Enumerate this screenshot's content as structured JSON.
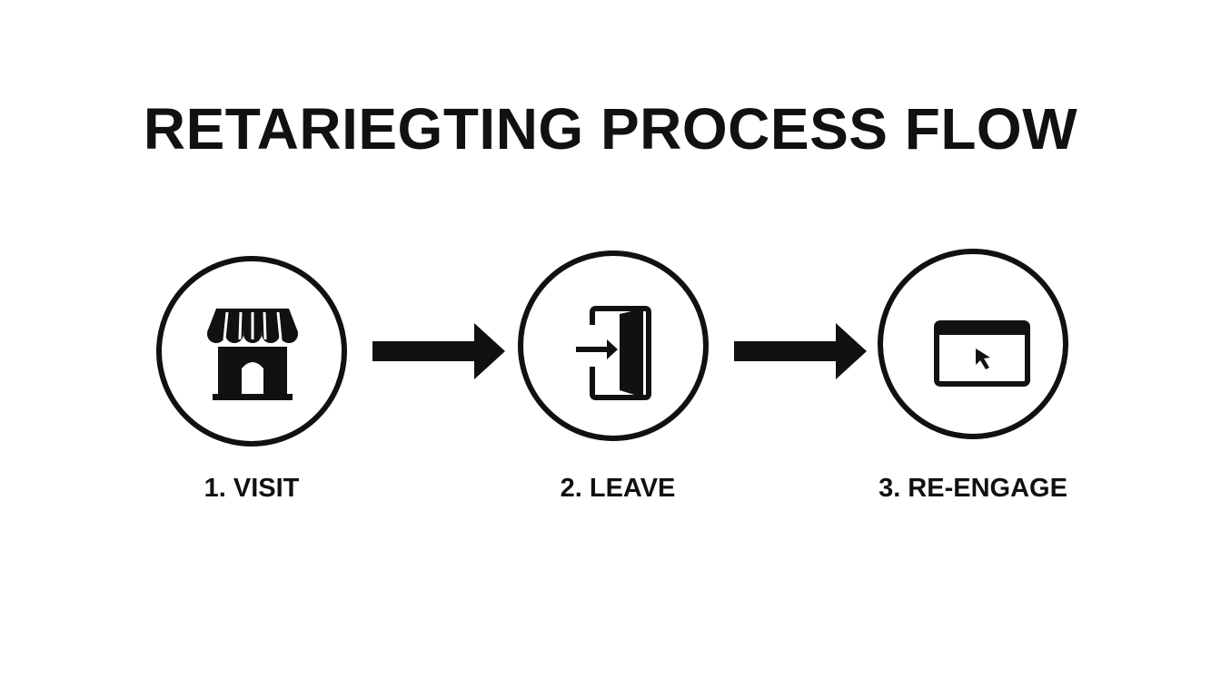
{
  "title": "RETARIEGTING PROCESS FLOW",
  "steps": [
    {
      "label": "1. VISIT",
      "icon": "storefront-icon"
    },
    {
      "label": "2. LEAVE",
      "icon": "exit-door-icon"
    },
    {
      "label": "3. RE-ENGAGE",
      "icon": "browser-cursor-icon"
    }
  ],
  "colors": {
    "ink": "#111111",
    "background": "#ffffff"
  }
}
